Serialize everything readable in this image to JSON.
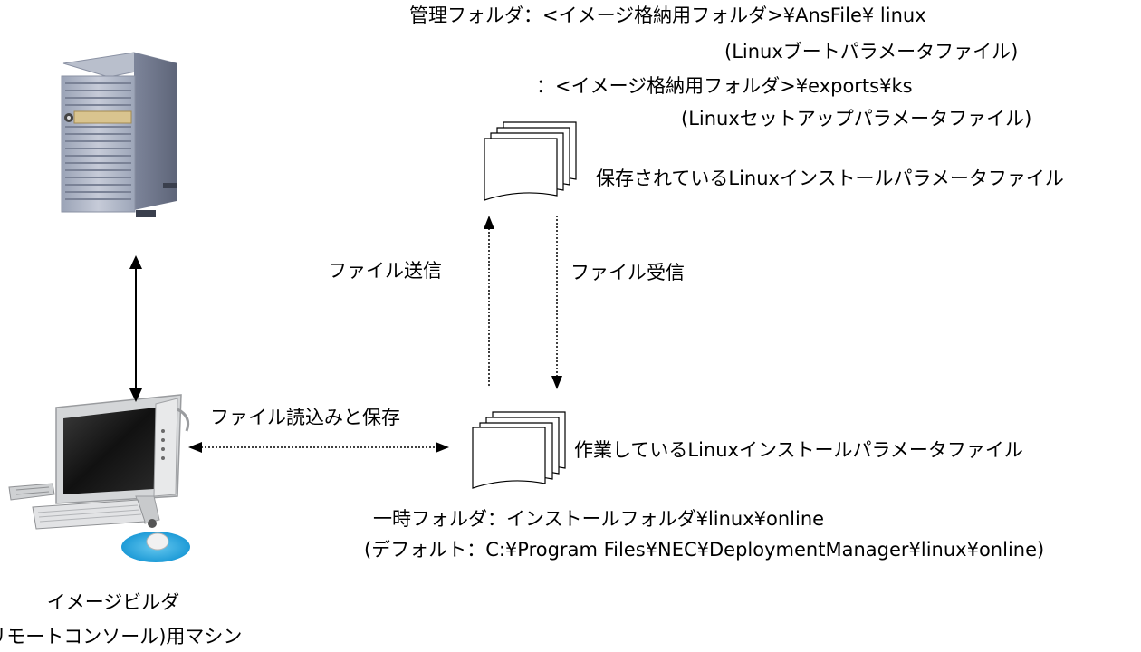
{
  "management_folder": {
    "line1": "管理フォルダ：<イメージ格納用フォルダ>¥AnsFile¥ linux",
    "line2": "(Linuxブートパラメータファイル)",
    "line3": "：<イメージ格納用フォルダ>¥exports¥ks",
    "line4": "(Linuxセットアップパラメータファイル)"
  },
  "stored_file_label": "保存されているLinuxインストールパラメータファイル",
  "send_label": "ファイル送信",
  "receive_label": "ファイル受信",
  "read_save_label": "ファイル読込みと保存",
  "working_file_label": "作業しているLinuxインストールパラメータファイル",
  "temp_folder": {
    "line1": "一時フォルダ：インストールフォルダ¥linux¥online",
    "line2": "(デフォルト：C:¥Program Files¥NEC¥DeploymentManager¥linux¥online)"
  },
  "machine_label": {
    "line1": "イメージビルダ",
    "line2": "(リモートコンソール)用マシン"
  }
}
